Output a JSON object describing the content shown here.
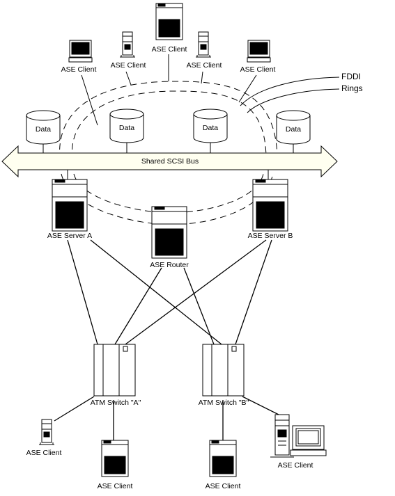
{
  "colors": {
    "ink": "#000000",
    "bus_fill": "#fffff0",
    "paper": "#ffffff",
    "screen": "#000000"
  },
  "labels": {
    "client_top": "ASE Client",
    "client_tl": "ASE Client",
    "client_tml": "ASE Client",
    "client_tmr": "ASE Client",
    "client_tr": "ASE Client",
    "fddi_1": "FDDI",
    "fddi_2": "Rings",
    "data_1": "Data",
    "data_2": "Data",
    "data_3": "Data",
    "data_4": "Data",
    "bus": "Shared SCSI Bus",
    "server_a": "ASE Server A",
    "server_b": "ASE Server B",
    "router": "ASE Router",
    "switch_a": "ATM Switch \"A\"",
    "switch_b": "ATM Switch \"B\"",
    "client_bl": "ASE Client",
    "client_bml": "ASE Client",
    "client_bmr": "ASE Client",
    "client_br": "ASE Client"
  },
  "icons": {
    "workstation": "workstation-icon",
    "tower": "tower-computer-icon",
    "server": "server-icon",
    "disk": "disk-cylinder-icon",
    "switch": "atm-switch-icon"
  }
}
